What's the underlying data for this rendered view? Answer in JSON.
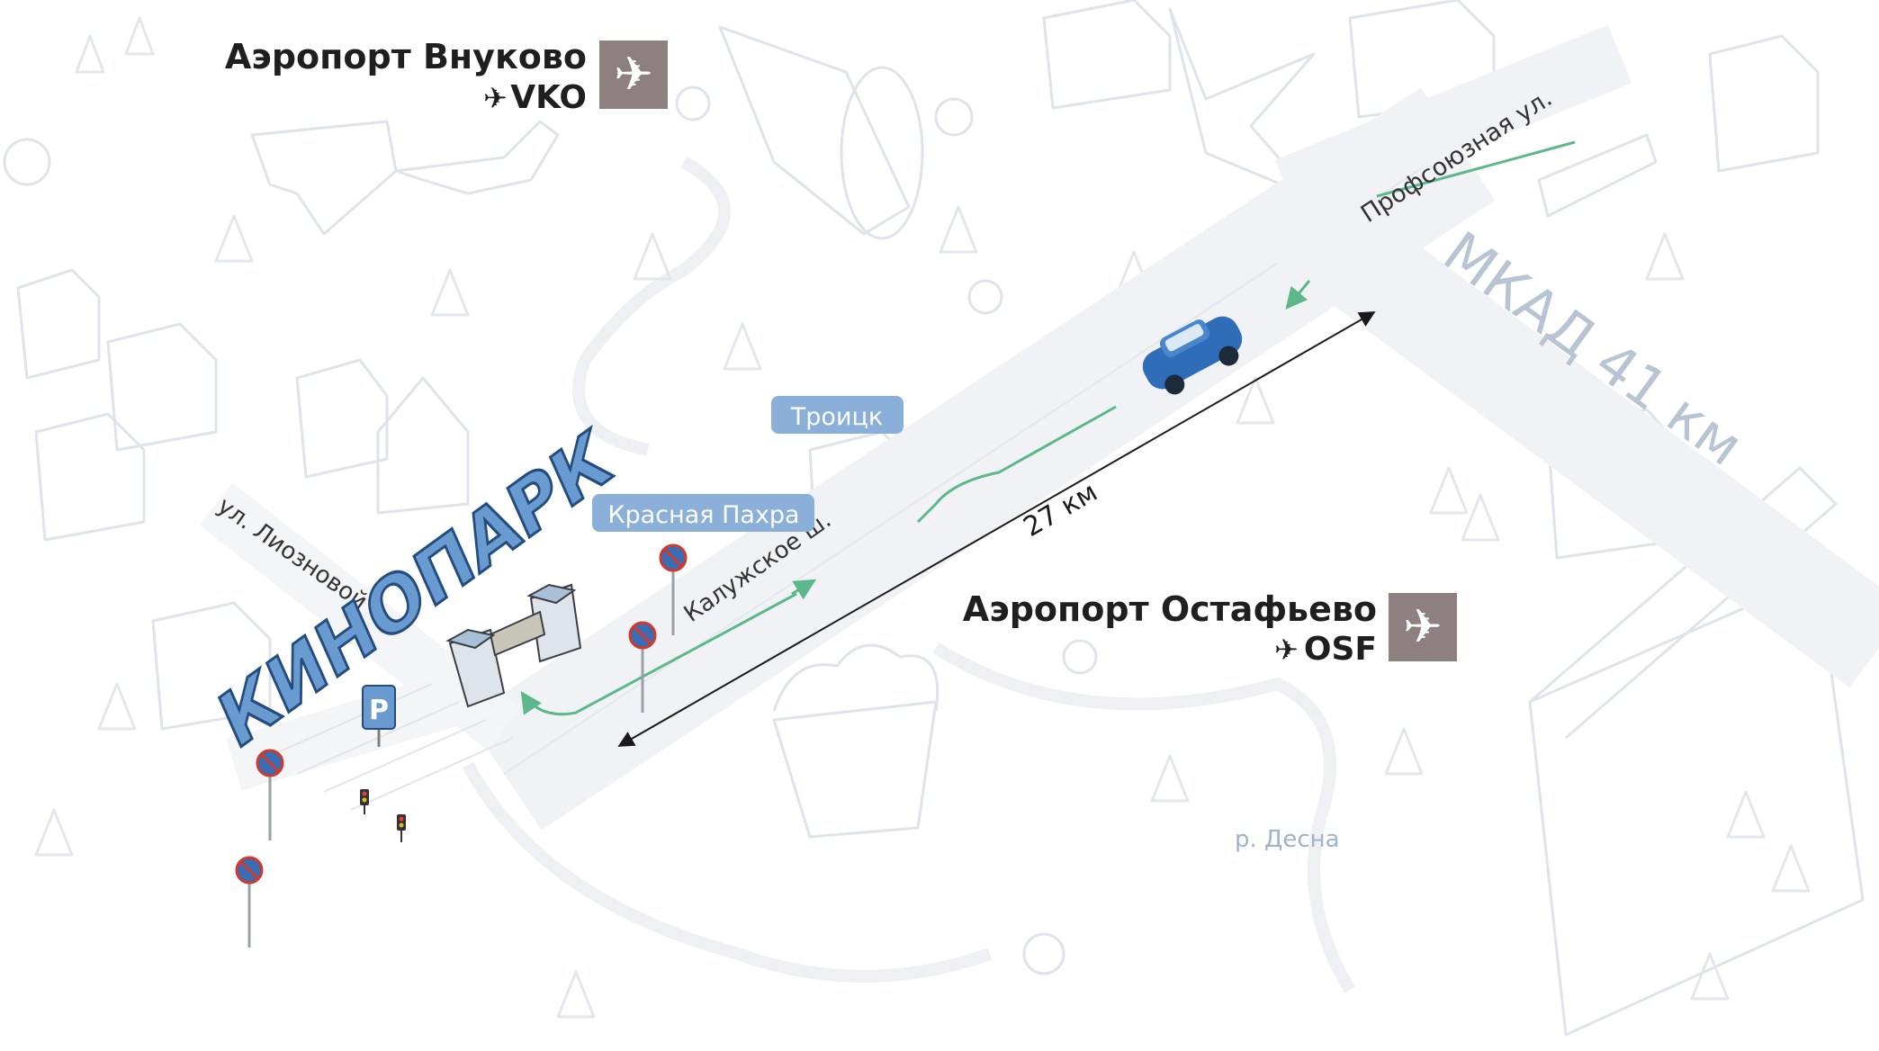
{
  "airports": [
    {
      "name": "Аэропорт Внуково",
      "code": "VKO"
    },
    {
      "name": "Аэропорт Остафьево",
      "code": "OSF"
    }
  ],
  "roads": {
    "profsoyuznaya": "Профсоюзная ул.",
    "mkad": "МКАД 41 км",
    "kaluzhskoe": "Калужское ш.",
    "liozdnovoy": "ул. Лиозновой"
  },
  "places": {
    "troitsk": "Троицк",
    "krasnaya_pakhra": "Красная Пахра",
    "desna": "р. Десна"
  },
  "distance": "27 км",
  "venue": {
    "name": "КИНОПАРК",
    "parking": "P"
  },
  "colors": {
    "route": "#5cb88a",
    "label_bg": "#8ab0d9",
    "airport_badge": "#8e7f80",
    "venue": "#6a9bd0",
    "car": "#2f6db8",
    "sketch": "#dfe3ea"
  }
}
